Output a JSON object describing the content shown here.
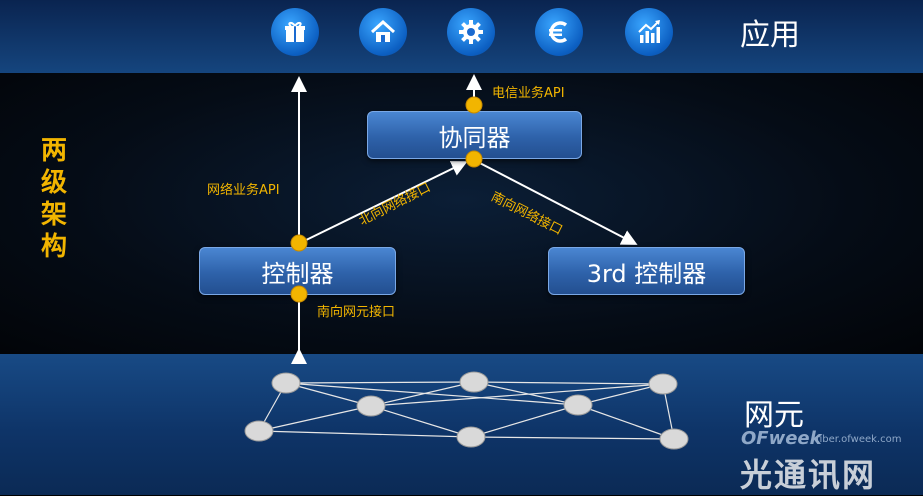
{
  "header": {
    "apps_label": "应用",
    "icons": [
      "gift-icon",
      "home-icon",
      "gear-icon",
      "euro-icon",
      "bar-chart-icon"
    ]
  },
  "side_title": "两级架构",
  "boxes": {
    "coordinator": "协同器",
    "controller": "控制器",
    "third_party_controller": "3rd 控制器"
  },
  "interfaces": {
    "telecom_api": "电信业务API",
    "network_api": "网络业务API",
    "northbound": "北向网络接口",
    "southbound_coord": "南向网络接口",
    "southbound_ne": "南向网元接口"
  },
  "bottom": {
    "network_elements_label": "网元"
  },
  "watermark": {
    "brand": "OFweek",
    "site": "fiber.ofweek.com",
    "chinese": "光通讯网"
  },
  "colors": {
    "accent_yellow": "#f2b500",
    "box_blue": "#3a72be",
    "node_gray": "#d9d9d9"
  }
}
